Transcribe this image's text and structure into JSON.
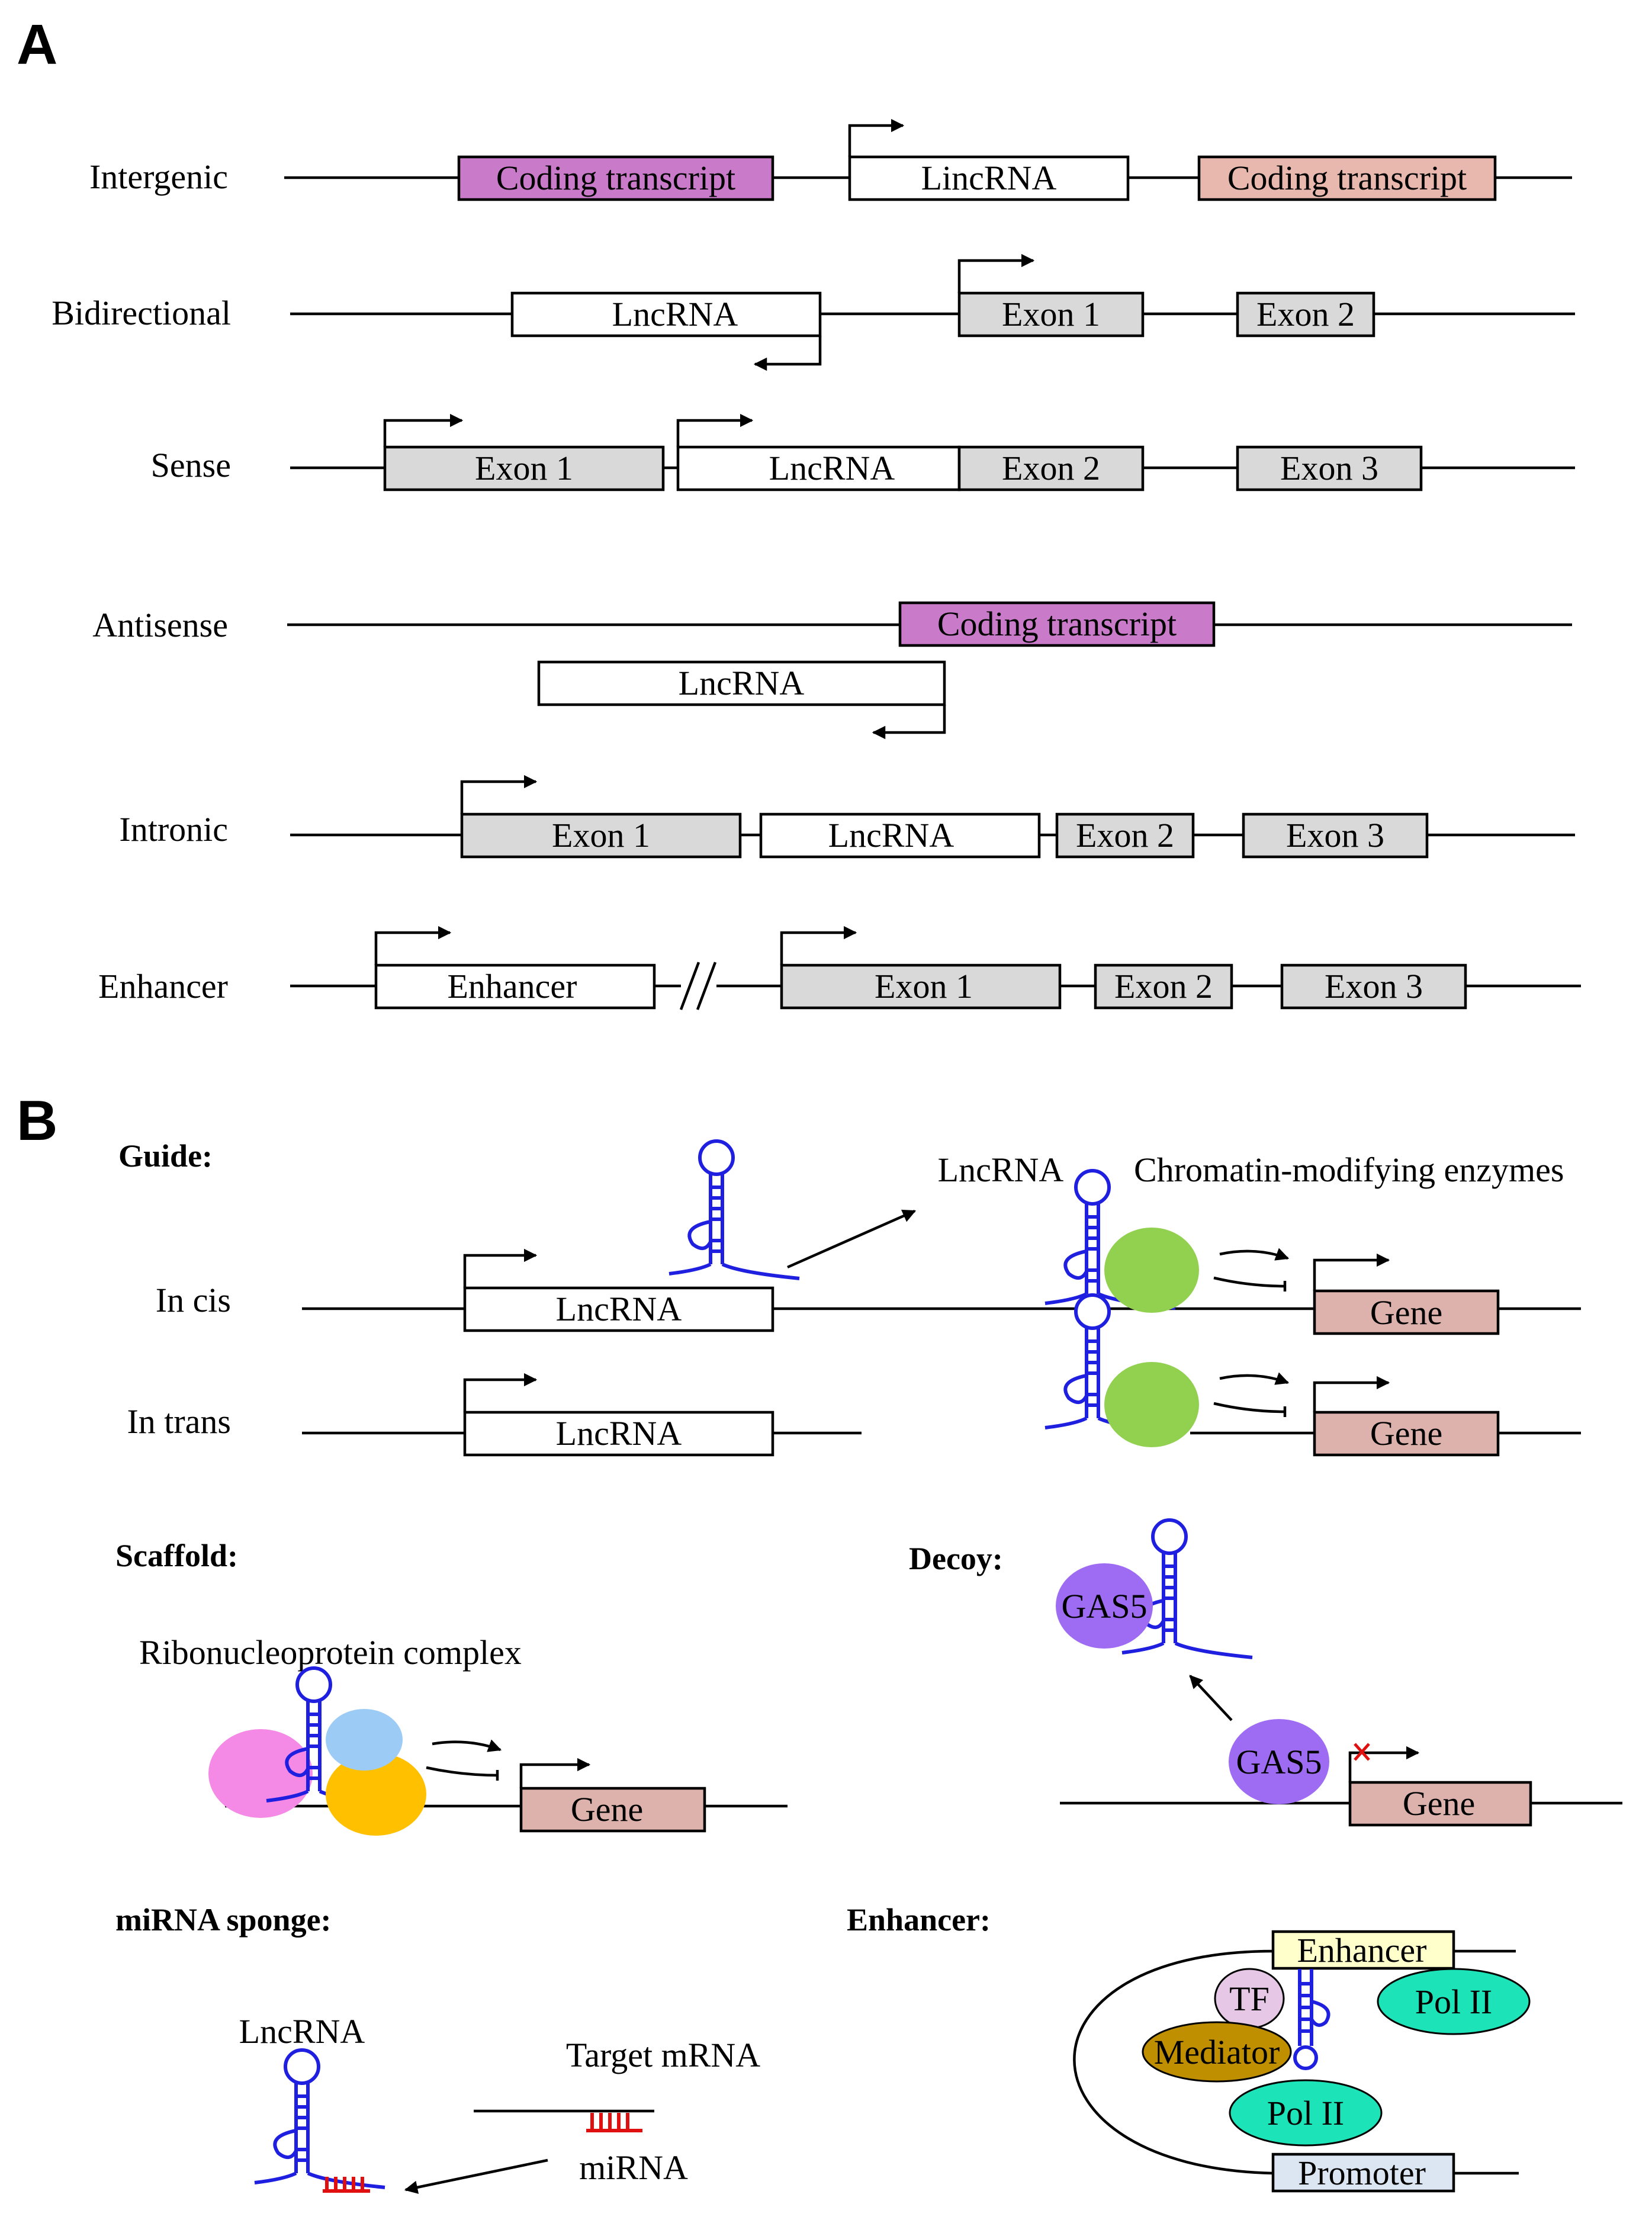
{
  "panel_a": {
    "letter": "A",
    "rows": [
      {
        "label": "Intergenic",
        "boxes": [
          "Coding transcript",
          "LincRNA",
          "Coding transcript"
        ]
      },
      {
        "label": "Bidirectional",
        "boxes": [
          "LncRNA",
          "Exon 1",
          "Exon 2"
        ]
      },
      {
        "label": "Sense",
        "boxes": [
          "Exon 1",
          "LncRNA",
          "Exon 2",
          "Exon 3"
        ]
      },
      {
        "label": "Antisense",
        "boxes": [
          "Coding transcript",
          "LncRNA"
        ]
      },
      {
        "label": "Intronic",
        "boxes": [
          "Exon 1",
          "LncRNA",
          "Exon 2",
          "Exon 3"
        ]
      },
      {
        "label": "Enhancer",
        "boxes": [
          "Enhancer",
          "Exon 1",
          "Exon 2",
          "Exon 3"
        ]
      }
    ]
  },
  "panel_b": {
    "letter": "B",
    "guide": {
      "title": "Guide:",
      "lncrna_label": "LncRNA",
      "enzymes_label": "Chromatin-modifying enzymes",
      "cis_label": "In cis",
      "trans_label": "In trans",
      "cis_box": "LncRNA",
      "trans_box": "LncRNA",
      "gene_cis": "Gene",
      "gene_trans": "Gene"
    },
    "scaffold": {
      "title": "Scaffold:",
      "complex_label": "Ribonucleoprotein complex",
      "gene": "Gene"
    },
    "decoy": {
      "title": "Decoy:",
      "protein_top": "GAS5",
      "protein_bottom": "GAS5",
      "gene": "Gene"
    },
    "sponge": {
      "title": "miRNA sponge:",
      "lncrna_label": "LncRNA",
      "target_label": "Target mRNA",
      "mirna_label": "miRNA"
    },
    "enhancer": {
      "title": "Enhancer:",
      "enhancer_box": "Enhancer",
      "promoter_box": "Promoter",
      "tf": "TF",
      "mediator": "Mediator",
      "pol_top": "Pol II",
      "pol_bottom": "Pol II"
    }
  },
  "colors": {
    "coding_purple": "#c97bc9",
    "coding_salmon": "#e8b7ad",
    "exon_grey": "#d9d9d9",
    "gene_pink": "#ddb2ad",
    "rna_blue": "#1f1fe0",
    "enzyme_green": "#92d050",
    "rnp_pink": "#f58ae6",
    "rnp_blue": "#9ccbf5",
    "rnp_orange": "#ffc000",
    "gas5_purple": "#9e6cf2",
    "mirna_red": "#e01010",
    "enhancer_yellow": "#ffffcc",
    "promoter_blue": "#dce6f2",
    "tf_lilac": "#e6c8e6",
    "mediator_brown": "#c08f00",
    "pol_teal": "#1de3b8"
  }
}
